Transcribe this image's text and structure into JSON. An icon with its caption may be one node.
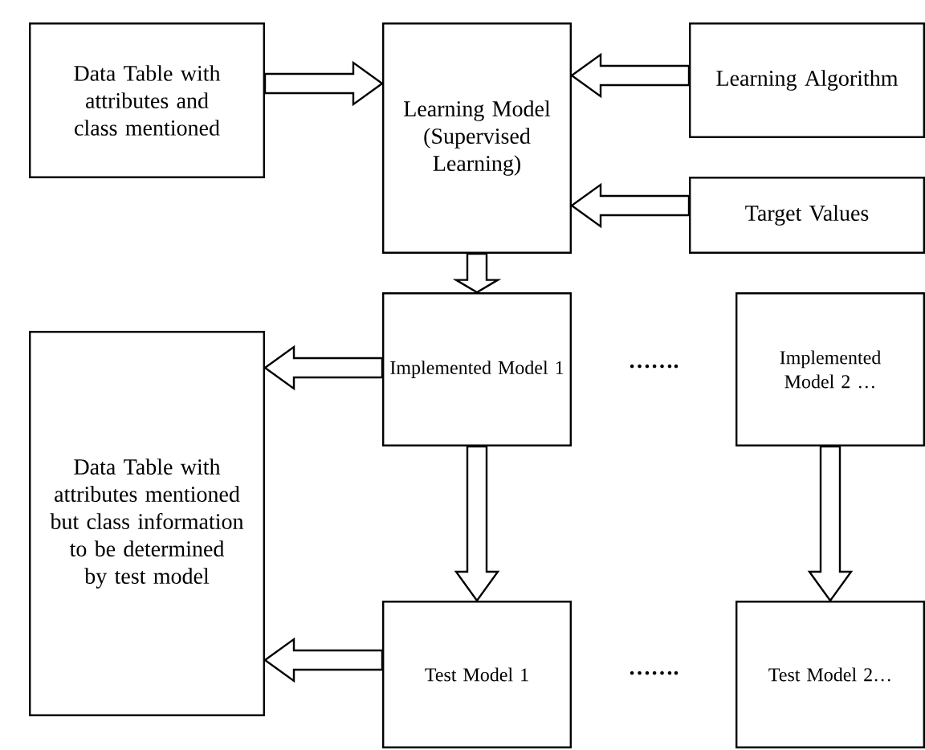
{
  "diagram": {
    "nodes": [
      {
        "text": [
          "Data Table with attributes and class mentioned"
        ]
      },
      {
        "text": [
          "Learning Model (Supervised Learning)"
        ]
      },
      {
        "text": [
          "Learning Algorithm"
        ]
      },
      {
        "text": [
          "Target Values"
        ]
      },
      {
        "text": [
          "Implemented Model 1"
        ]
      },
      {
        "text": [
          "Implemented Model 2 …"
        ]
      },
      {
        "text": [
          "Data Table with attributes mentioned but class information to be determined by test model"
        ]
      },
      {
        "text": [
          "Test Model 1"
        ]
      },
      {
        "text": [
          "Test Model 2…"
        ]
      }
    ],
    "edges": [
      {
        "from": 0,
        "to": 1,
        "arrow": "to"
      },
      {
        "from": 2,
        "to": 1,
        "arrow": "to"
      },
      {
        "from": 3,
        "to": 1,
        "arrow": "to"
      },
      {
        "from": 1,
        "to": 4,
        "arrow": "to"
      },
      {
        "from": 4,
        "to": 6,
        "arrow": "to"
      },
      {
        "from": 4,
        "to": 7,
        "arrow": "to"
      },
      {
        "from": 5,
        "to": 8,
        "arrow": "to"
      },
      {
        "from": 7,
        "to": 6,
        "arrow": "to"
      }
    ],
    "labels": [
      "…….",
      "……."
    ]
  }
}
